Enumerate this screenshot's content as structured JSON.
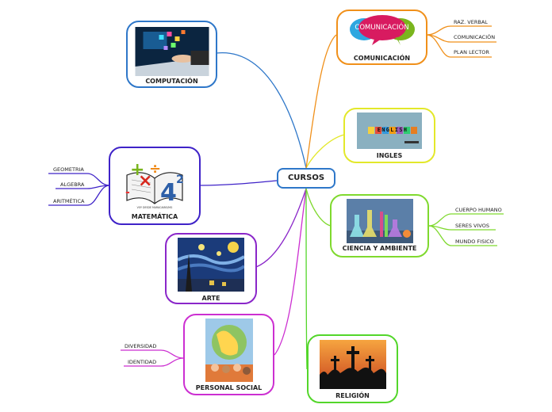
{
  "root": {
    "label": "CURSOS"
  },
  "nodes": {
    "computacion": {
      "label": "COMPUTACIÓN",
      "color": "#2e77c9"
    },
    "matematica": {
      "label": "MATEMÁTICA",
      "color": "#3f23c8",
      "image_caption": "VOY DESDE MARACAIBO/MG"
    },
    "arte": {
      "label": "ARTE",
      "color": "#8a26c9"
    },
    "personal_social": {
      "label": "PERSONAL SOCIAL",
      "color": "#cc2fd1"
    },
    "comunicacion": {
      "label": "COMUNICACIÓN",
      "color": "#f0901a",
      "image_text": "COMUNICACIÓN"
    },
    "ingles": {
      "label": "INGLES",
      "color": "#e3e82a",
      "image_text": "ENGLISH"
    },
    "ciencia": {
      "label": "CIENCIA Y AMBIENTE",
      "color": "#7fd92e"
    },
    "religion": {
      "label": "RELIGIÓN",
      "color": "#53d62a"
    }
  },
  "leaves": {
    "comunicacion": [
      "RAZ. VERBAL",
      "COMUNICACIÓN",
      "PLAN LECTOR"
    ],
    "matematica": [
      "GEOMETRIA",
      "ALGEBRA",
      "ARITMÉTICA"
    ],
    "ciencia": [
      "CUERPO HUMANO",
      "SERES VIVOS",
      "MUNDO FISICO"
    ],
    "personal_social": [
      "DIVERSIDAD",
      "IDENTIDAD"
    ]
  }
}
